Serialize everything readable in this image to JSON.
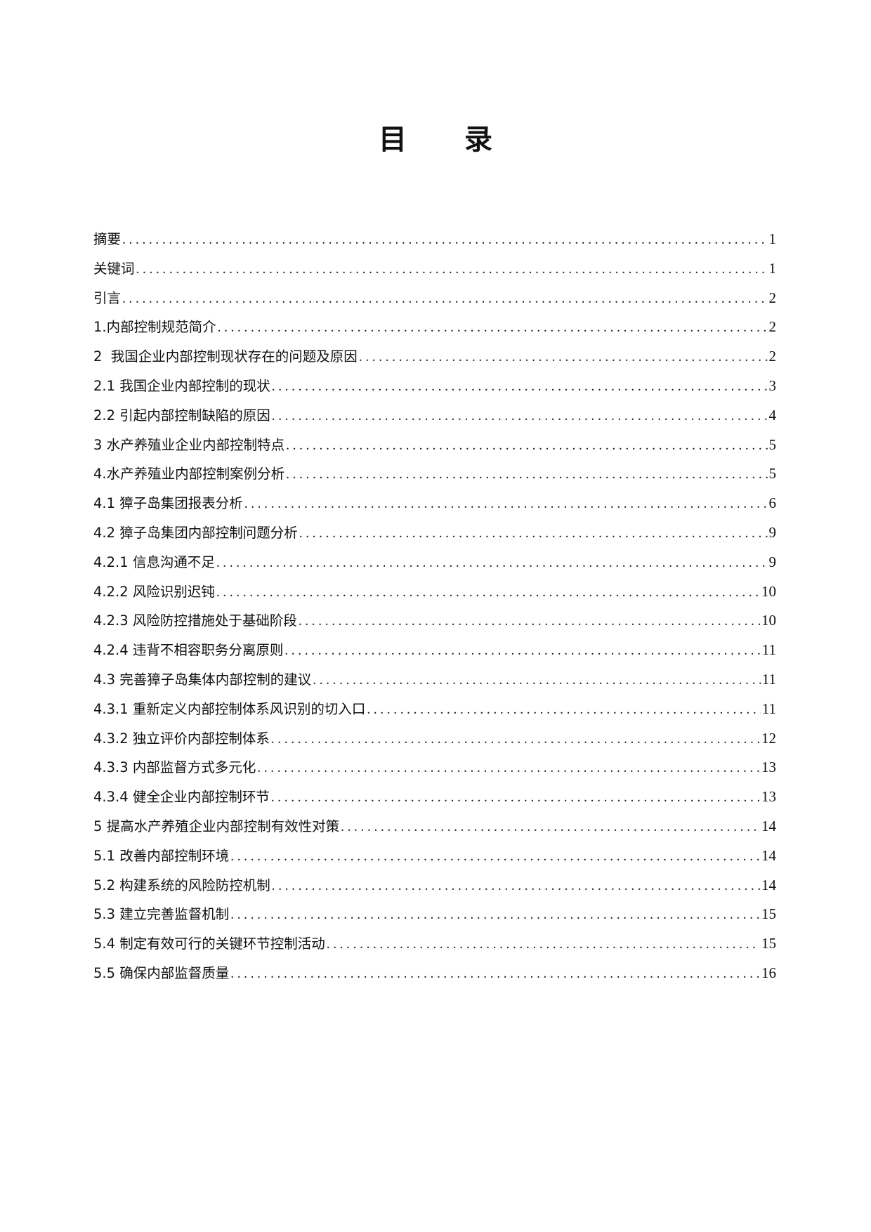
{
  "title": {
    "char1": "目",
    "char2": "录"
  },
  "toc": [
    {
      "label": "摘要",
      "page": "1"
    },
    {
      "label": "关键词",
      "page": "1"
    },
    {
      "label": "引言",
      "page": "2"
    },
    {
      "label": "1.内部控制规范简介",
      "page": "2"
    },
    {
      "label": "2  我国企业内部控制现状存在的问题及原因",
      "page": "2"
    },
    {
      "label": "2.1 我国企业内部控制的现状",
      "page": "3"
    },
    {
      "label": "2.2 引起内部控制缺陷的原因",
      "page": "4"
    },
    {
      "label": "3 水产养殖业企业内部控制特点",
      "page": "5"
    },
    {
      "label": "4.水产养殖业内部控制案例分析",
      "page": "5"
    },
    {
      "label": "4.1 獐子岛集团报表分析",
      "page": "6"
    },
    {
      "label": "4.2 獐子岛集团内部控制问题分析",
      "page": "9"
    },
    {
      "label": "4.2.1 信息沟通不足",
      "page": "9"
    },
    {
      "label": "4.2.2 风险识别迟钝",
      "page": "10"
    },
    {
      "label": "4.2.3 风险防控措施处于基础阶段",
      "page": "10"
    },
    {
      "label": "4.2.4 违背不相容职务分离原则",
      "page": "11"
    },
    {
      "label": "4.3 完善獐子岛集体内部控制的建议",
      "page": "11"
    },
    {
      "label": "4.3.1 重新定义内部控制体系风识别的切入口",
      "page": "11"
    },
    {
      "label": "4.3.2 独立评价内部控制体系",
      "page": "12"
    },
    {
      "label": "4.3.3 内部监督方式多元化",
      "page": "13"
    },
    {
      "label": "4.3.4 健全企业内部控制环节",
      "page": "13"
    },
    {
      "label": "5 提高水产养殖企业内部控制有效性对策",
      "page": "14"
    },
    {
      "label": "5.1 改善内部控制环境",
      "page": "14"
    },
    {
      "label": "5.2 构建系统的风险防控机制",
      "page": "14"
    },
    {
      "label": "5.3 建立完善监督机制",
      "page": "15"
    },
    {
      "label": "5.4 制定有效可行的关键环节控制活动",
      "page": "15"
    },
    {
      "label": "5.5 确保内部监督质量",
      "page": "16"
    }
  ]
}
